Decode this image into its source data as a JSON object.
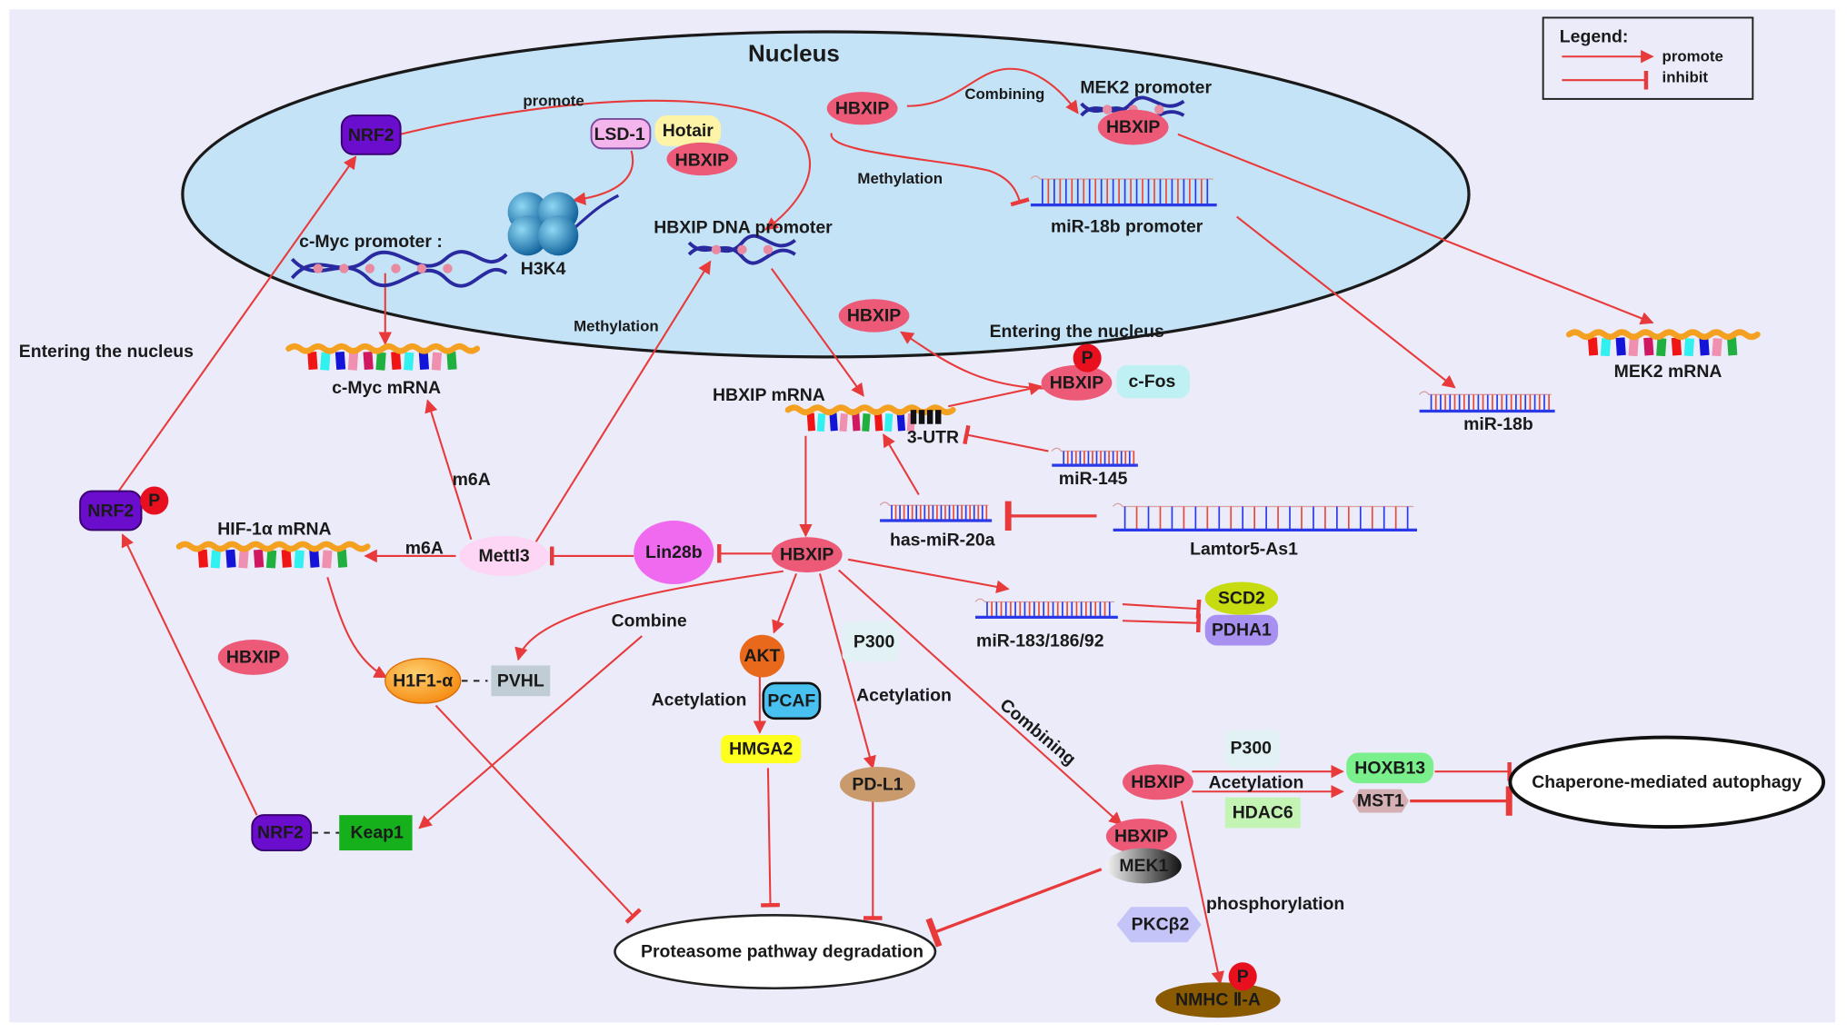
{
  "colors": {
    "background": "#ebebfa",
    "nucleus_fill": "#c5e3f7",
    "arrow": "#e83a3a",
    "hbxip": "#ec5a78",
    "nrf2": "#6a0dcc",
    "phospho": "#e8101e",
    "lsd1": "#f4b4ec",
    "hotair": "#fdf4a8",
    "cfos": "#bff0f4",
    "lin28b": "#f06af0",
    "mettl3": "#fcd6f4",
    "hif": "#f7941d",
    "pvhl": "#c0cdd4",
    "keap1": "#16b01c",
    "akt": "#e8681c",
    "pcaf": "#48c0f0",
    "hmga2": "#ffff1e",
    "pdl1": "#c89a6c",
    "p300": "#e2f2f4",
    "scd2": "#c6dc10",
    "pdha1": "#a890f0",
    "hoxb13": "#7af08c",
    "hdac6": "#c4f4b4",
    "mst1": "#d4b0b4",
    "pkcb2": "#c4c4f8",
    "nmhc": "#8a5a00"
  },
  "legend": {
    "title": "Legend:",
    "items": [
      {
        "type": "promote",
        "label": "promote"
      },
      {
        "type": "inhibit",
        "label": "inhibit"
      }
    ]
  },
  "nucleus": {
    "title": "Nucleus",
    "labels": {
      "promote": "promote",
      "combining": "Combining",
      "mek2_promoter": "MEK2 promoter",
      "methylation_inner": "Methylation",
      "mir18b_promoter": "miR-18b promoter",
      "cmyc_promoter": "c-Myc promoter :",
      "h3k4": "H3K4",
      "hbxip_dna_promoter": "HBXIP DNA promoter"
    },
    "nodes": {
      "nrf2": "NRF2",
      "lsd1": "LSD-1",
      "hotair": "Hotair",
      "hbxip_lsd": "HBXIP",
      "hbxip_top": "HBXIP",
      "hbxip_mek2": "HBXIP",
      "hbxip_nuc_entry": "HBXIP"
    }
  },
  "cytoplasm": {
    "labels": {
      "entering_nucleus_left": "Entering the nucleus",
      "entering_nucleus_right": "Entering the nucleus",
      "methylation": "Methylation",
      "cmyc_mrna": "c-Myc mRNA",
      "mek2_mrna": "MEK2  mRNA",
      "mir18b": "miR-18b",
      "hbxip_mrna": "HBXIP mRNA",
      "utr": "3-UTR",
      "mir145": "miR-145",
      "mir20a": "has-miR-20a",
      "lamtor": "Lamtor5-As1",
      "m6a_top": "m6A",
      "m6a_left": "m6A",
      "hif_mrna": "HIF-1α mRNA",
      "mir183": "miR-183/186/92",
      "combine": "Combine",
      "acetylation_pcaf": "Acetylation",
      "acetylation_p300": "Acetylation",
      "combining": "Combining",
      "acetylation_right": "Acetylation",
      "phosphorylation": "phosphorylation"
    },
    "nodes": {
      "nrf2_p": "NRF2",
      "p_badge": "P",
      "p_badge_cfos": "P",
      "p_badge_nmhc": "P",
      "hbxip_cfos": "HBXIP",
      "cfos": "c-Fos",
      "mettl3": "Mettl3",
      "lin28b": "Lin28b",
      "hbxip_center": "HBXIP",
      "scd2": "SCD2",
      "pdha1": "PDHA1",
      "hbxip_free": "HBXIP",
      "hif": "H1F1-α",
      "pvhl": "PVHL",
      "akt": "AKT",
      "pcaf": "PCAF",
      "hmga2": "HMGA2",
      "p300_mid": "P300",
      "pdl1": "PD-L1",
      "nrf2_keap": "NRF2",
      "keap1": "Keap1",
      "p300_right": "P300",
      "hbxip_right": "HBXIP",
      "hdac6": "HDAC6",
      "hoxb13": "HOXB13",
      "mst1": "MST1",
      "hbxip_mek1": "HBXIP",
      "mek1": "MEK1",
      "pkcb2": "PKCβ2",
      "nmhc": "NMHC Ⅱ-A",
      "proteasome": "Proteasome pathway degradation",
      "cma": "Chaperone-mediated autophagy"
    }
  }
}
